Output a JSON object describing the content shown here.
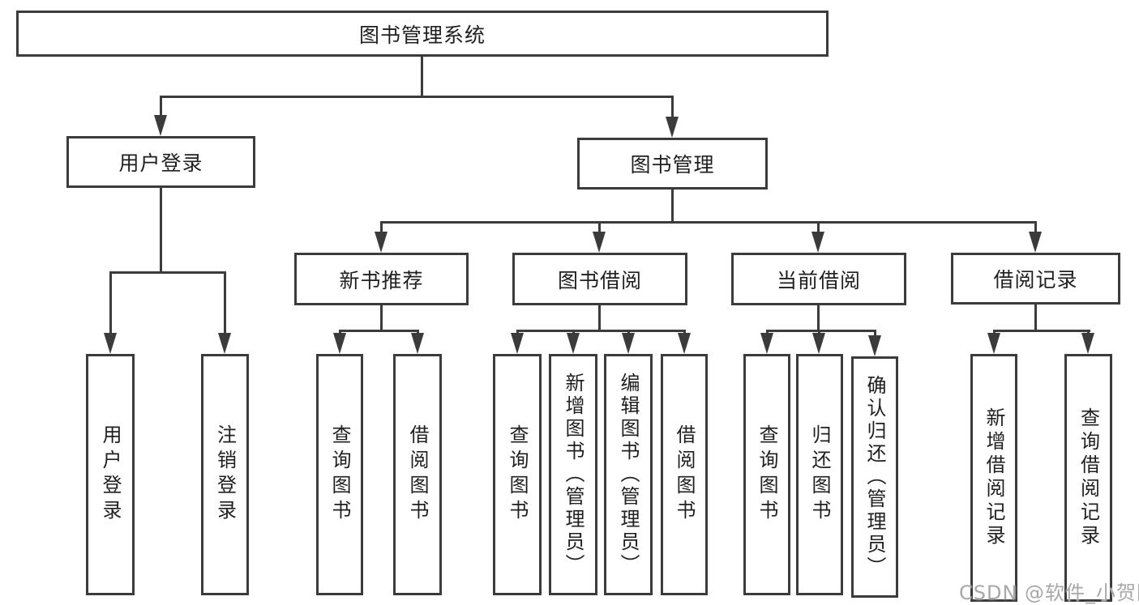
{
  "colors": {
    "line": "#3b3b3b",
    "text": "#1f1f1f",
    "background": "#ffffff",
    "watermark": "#a8a8a8"
  },
  "nodes": {
    "root": {
      "label": "图书管理系统"
    },
    "user_login": {
      "label": "用户登录"
    },
    "book_management": {
      "label": "图书管理"
    },
    "new_book_recommend": {
      "label": "新书推荐"
    },
    "book_borrowing": {
      "label": "图书借阅"
    },
    "current_borrowing": {
      "label": "当前借阅"
    },
    "borrowing_records": {
      "label": "借阅记录"
    },
    "leaf_user_login": {
      "label": "用户登录"
    },
    "leaf_logout": {
      "label": "注销登录"
    },
    "leaf_rec_query_books": {
      "label": "查询图书"
    },
    "leaf_rec_borrow_books": {
      "label": "借阅图书"
    },
    "leaf_bor_query_books": {
      "label": "查询图书"
    },
    "leaf_bor_add_books": {
      "label": "新增图书（管理员）"
    },
    "leaf_bor_edit_books": {
      "label": "编辑图书（管理员）"
    },
    "leaf_bor_borrow_books": {
      "label": "借阅图书"
    },
    "leaf_cur_query_books": {
      "label": "查询图书"
    },
    "leaf_cur_return_books": {
      "label": "归还图书"
    },
    "leaf_cur_confirm_return": {
      "label": "确认归还（管理员）"
    },
    "leaf_records_add": {
      "label": "新增借阅记录"
    },
    "leaf_records_query": {
      "label": "查询借阅记录"
    }
  },
  "edges": [
    [
      "root",
      "user_login"
    ],
    [
      "root",
      "book_management"
    ],
    [
      "user_login",
      "leaf_user_login"
    ],
    [
      "user_login",
      "leaf_logout"
    ],
    [
      "book_management",
      "new_book_recommend"
    ],
    [
      "book_management",
      "book_borrowing"
    ],
    [
      "book_management",
      "current_borrowing"
    ],
    [
      "book_management",
      "borrowing_records"
    ],
    [
      "new_book_recommend",
      "leaf_rec_query_books"
    ],
    [
      "new_book_recommend",
      "leaf_rec_borrow_books"
    ],
    [
      "book_borrowing",
      "leaf_bor_query_books"
    ],
    [
      "book_borrowing",
      "leaf_bor_add_books"
    ],
    [
      "book_borrowing",
      "leaf_bor_edit_books"
    ],
    [
      "book_borrowing",
      "leaf_bor_borrow_books"
    ],
    [
      "current_borrowing",
      "leaf_cur_query_books"
    ],
    [
      "current_borrowing",
      "leaf_cur_return_books"
    ],
    [
      "current_borrowing",
      "leaf_cur_confirm_return"
    ],
    [
      "borrowing_records",
      "leaf_records_add"
    ],
    [
      "borrowing_records",
      "leaf_records_query"
    ]
  ],
  "watermark": {
    "text": "CSDN @软件_小贺同学"
  }
}
